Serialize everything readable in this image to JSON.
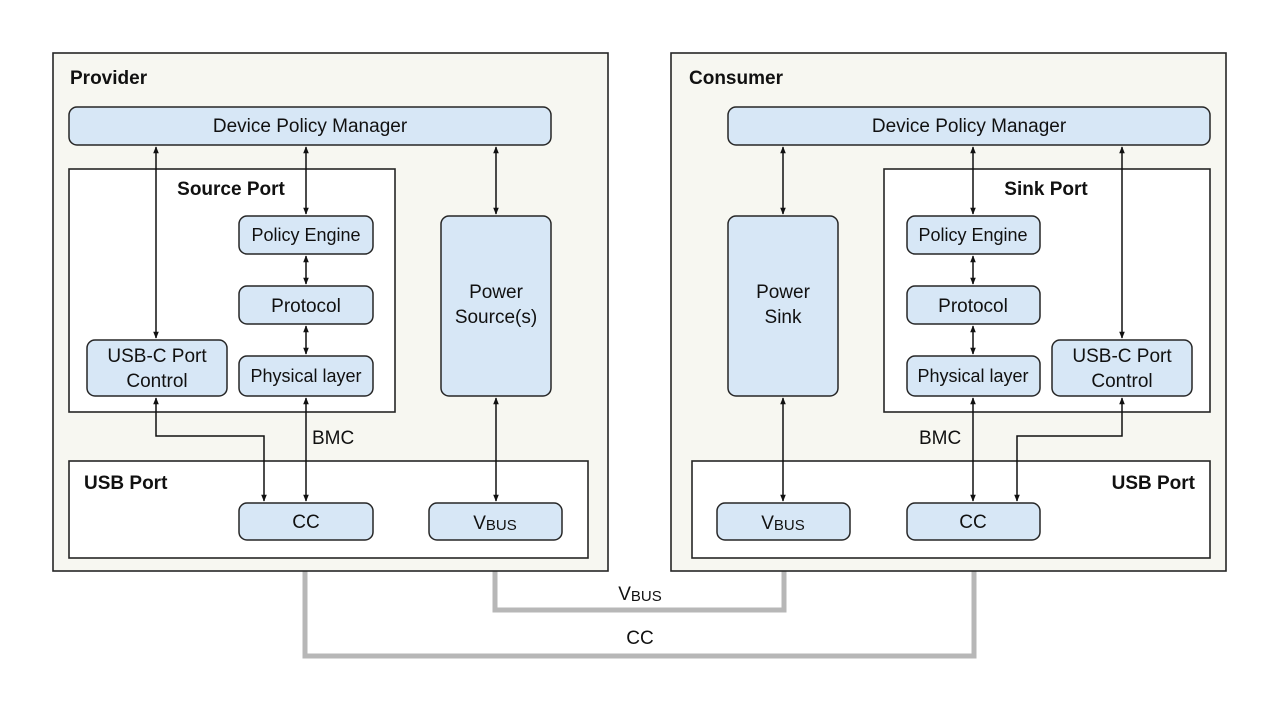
{
  "provider": {
    "title": "Provider",
    "dpm": "Device Policy Manager",
    "source_port": {
      "title": "Source Port",
      "policy_engine": "Policy Engine",
      "protocol": "Protocol",
      "physical_layer": "Physical layer",
      "port_control": [
        "USB-C Port",
        "Control"
      ]
    },
    "power": [
      "Power",
      "Source(s)"
    ],
    "bmc_label": "BMC",
    "usb_port": {
      "title": "USB Port",
      "cc": "CC",
      "vbus": {
        "main": "V",
        "sub": "BUS"
      }
    }
  },
  "consumer": {
    "title": "Consumer",
    "dpm": "Device Policy Manager",
    "sink_port": {
      "title": "Sink Port",
      "policy_engine": "Policy Engine",
      "protocol": "Protocol",
      "physical_layer": "Physical layer",
      "port_control": [
        "USB-C Port",
        "Control"
      ]
    },
    "power": [
      "Power",
      "Sink"
    ],
    "bmc_label": "BMC",
    "usb_port": {
      "title": "USB Port",
      "cc": "CC",
      "vbus": {
        "main": "V",
        "sub": "BUS"
      }
    }
  },
  "cables": {
    "vbus": {
      "main": "V",
      "sub": "BUS"
    },
    "cc": "CC"
  },
  "colors": {
    "block_fill": "#d7e7f6",
    "panel_fill": "#f7f7f1",
    "cable": "#b7b7b7",
    "stroke": "#262626"
  }
}
